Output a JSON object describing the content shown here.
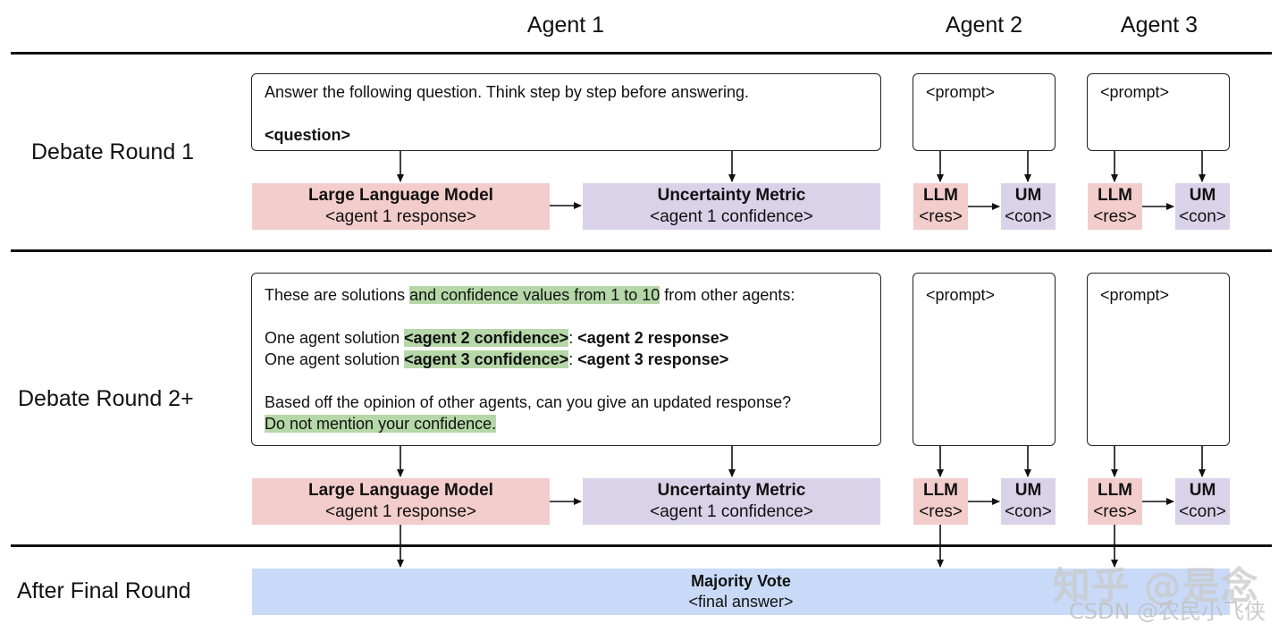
{
  "headers": {
    "agent1": "Agent 1",
    "agent2": "Agent 2",
    "agent3": "Agent 3"
  },
  "rows": {
    "round1": "Debate Round 1",
    "round2": "Debate Round 2+",
    "final": "After Final Round"
  },
  "round1": {
    "prompt_line1": "Answer the following question. Think step by step before answering.",
    "prompt_line2": "<question>",
    "llm_title": "Large Language Model",
    "llm_sub": "<agent 1 response>",
    "um_title": "Uncertainty Metric",
    "um_sub": "<agent 1 confidence>"
  },
  "round2": {
    "l1_a": "These are solutions ",
    "l1_hl": "and confidence values from 1 to 10",
    "l1_b": " from other agents:",
    "sol_prefix": "One agent solution ",
    "agent2_conf": "<agent 2 confidence>",
    "agent2_resp": "<agent 2 response>",
    "agent3_conf": "<agent 3 confidence>",
    "agent3_resp": "<agent 3 response>",
    "colon": ": ",
    "line4": "Based off the opinion of other agents, can you give an updated response?",
    "line5": "Do not mention your confidence.",
    "llm_title": "Large Language Model",
    "llm_sub": "<agent 1 response>",
    "um_title": "Uncertainty Metric",
    "um_sub": "<agent 1 confidence>"
  },
  "small": {
    "prompt": "<prompt>",
    "llm": "LLM",
    "res": "<res>",
    "um": "UM",
    "con": "<con>"
  },
  "final": {
    "title": "Majority Vote",
    "sub": "<final answer>"
  },
  "watermark": {
    "zhihu": "知乎 @是念",
    "csdn": "CSDN @农民小飞侠"
  },
  "colors": {
    "llm": "#f3cccc",
    "um": "#d9d2e9",
    "vote": "#c9daf8",
    "highlight": "#b6d7a8"
  }
}
